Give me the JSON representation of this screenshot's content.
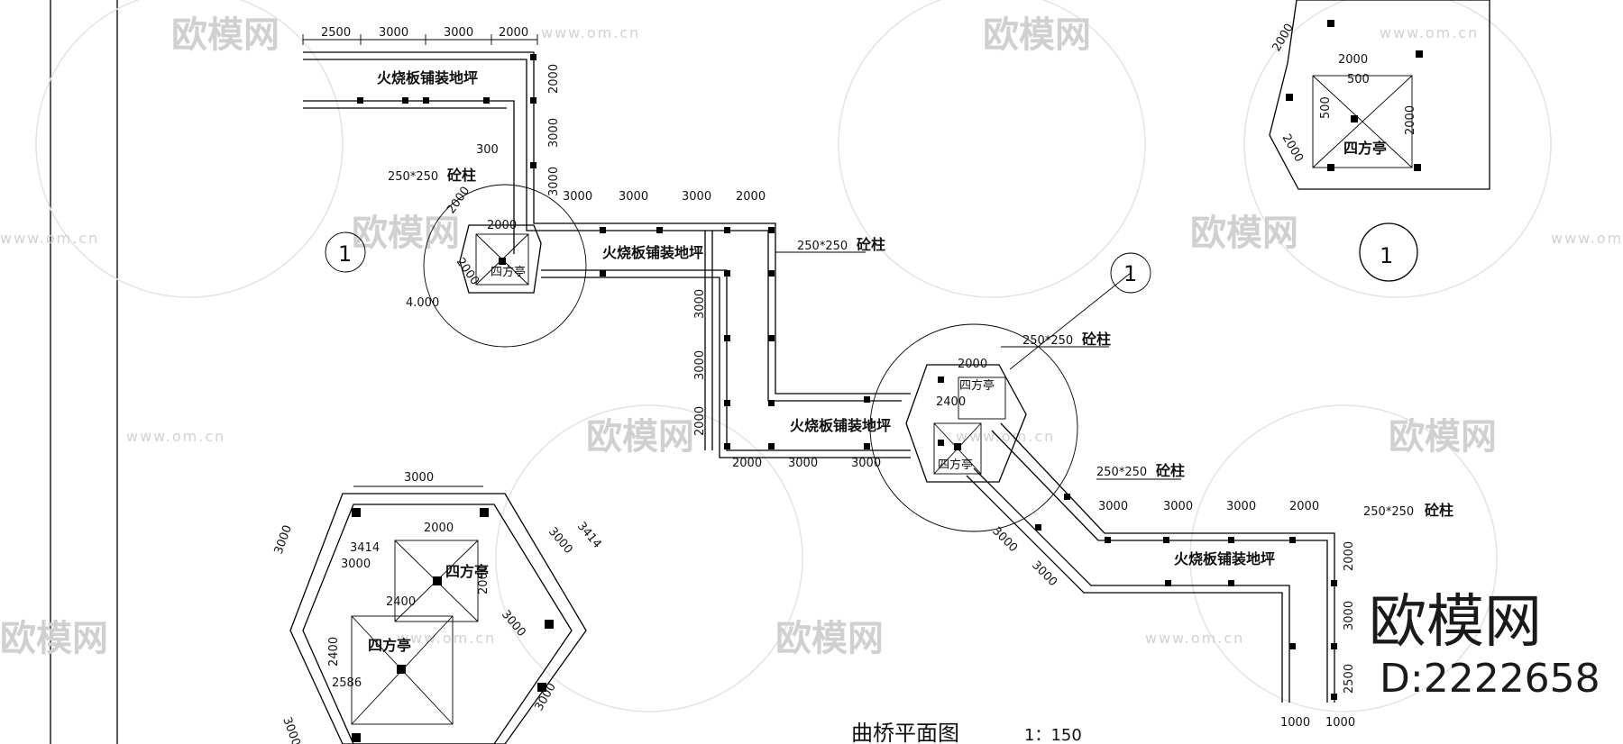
{
  "drawing": {
    "title": "曲桥平面图",
    "scale": "1：150",
    "watermark": {
      "brand_cn": "欧模网",
      "url": "www.om.cn"
    },
    "brand_overlay": {
      "name": "欧模网",
      "id": "D:2222658"
    },
    "labels": {
      "paving": "火烧板铺装地坪",
      "pavilion": "四方亭",
      "column_size": "250*250",
      "column": "砼柱",
      "section_mark": "1"
    },
    "dims": {
      "d2500": "2500",
      "d3000": "3000",
      "d2000": "2000",
      "d300": "300",
      "d500": "500",
      "d2400": "2400",
      "d3414": "3414",
      "d2586": "2586",
      "d1000": "1000",
      "d4000": "4.000"
    }
  }
}
